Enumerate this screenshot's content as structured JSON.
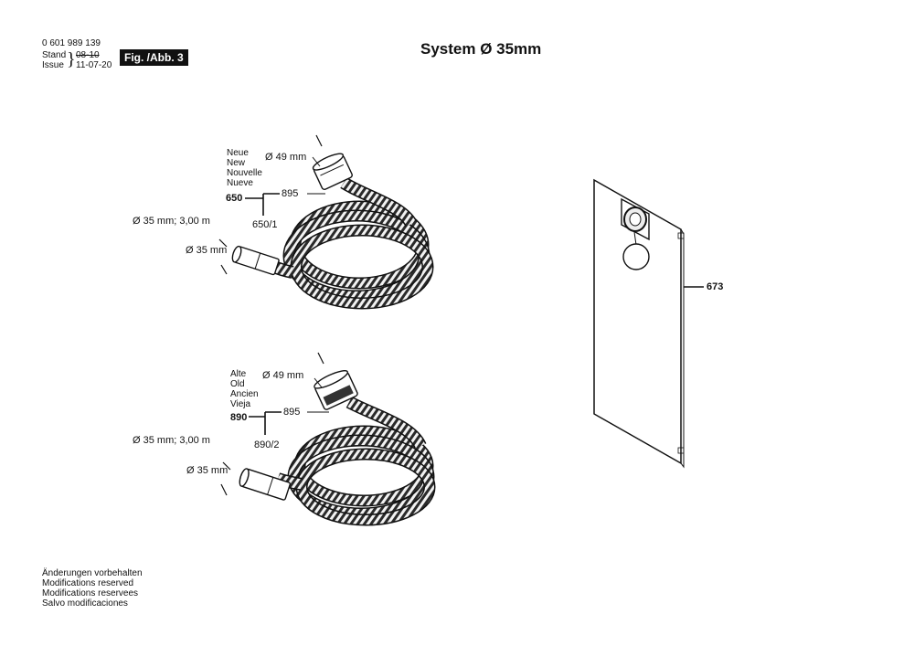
{
  "header": {
    "part_number": "0 601 989 139",
    "stand_label": "Stand",
    "issue_label": "Issue",
    "old_date": "08-10",
    "issue_date": "11-07-20",
    "figure_label": "Fig. /Abb. 3",
    "title": "System Ø 35mm"
  },
  "new_hose": {
    "languages": [
      "Neue",
      "New",
      "Nouvelle",
      "Nueve"
    ],
    "part_no": "650",
    "sub_part_a": "895",
    "sub_part_b": "650/1",
    "dim_top": "Ø 49 mm",
    "dim_length": "Ø 35 mm; 3,00 m",
    "dim_end": "Ø 35 mm"
  },
  "old_hose": {
    "languages": [
      "Alte",
      "Old",
      "Ancien",
      "Vieja"
    ],
    "part_no": "890",
    "sub_part_a": "895",
    "sub_part_b": "890/2",
    "dim_top": "Ø 49 mm",
    "dim_length": "Ø 35 mm; 3,00 m",
    "dim_end": "Ø 35 mm"
  },
  "bag": {
    "part_no": "673"
  },
  "footer": {
    "lines": [
      "Änderungen vorbehalten",
      "Modifications reserved",
      "Modifications reservees",
      "Salvo modificaciones"
    ]
  }
}
